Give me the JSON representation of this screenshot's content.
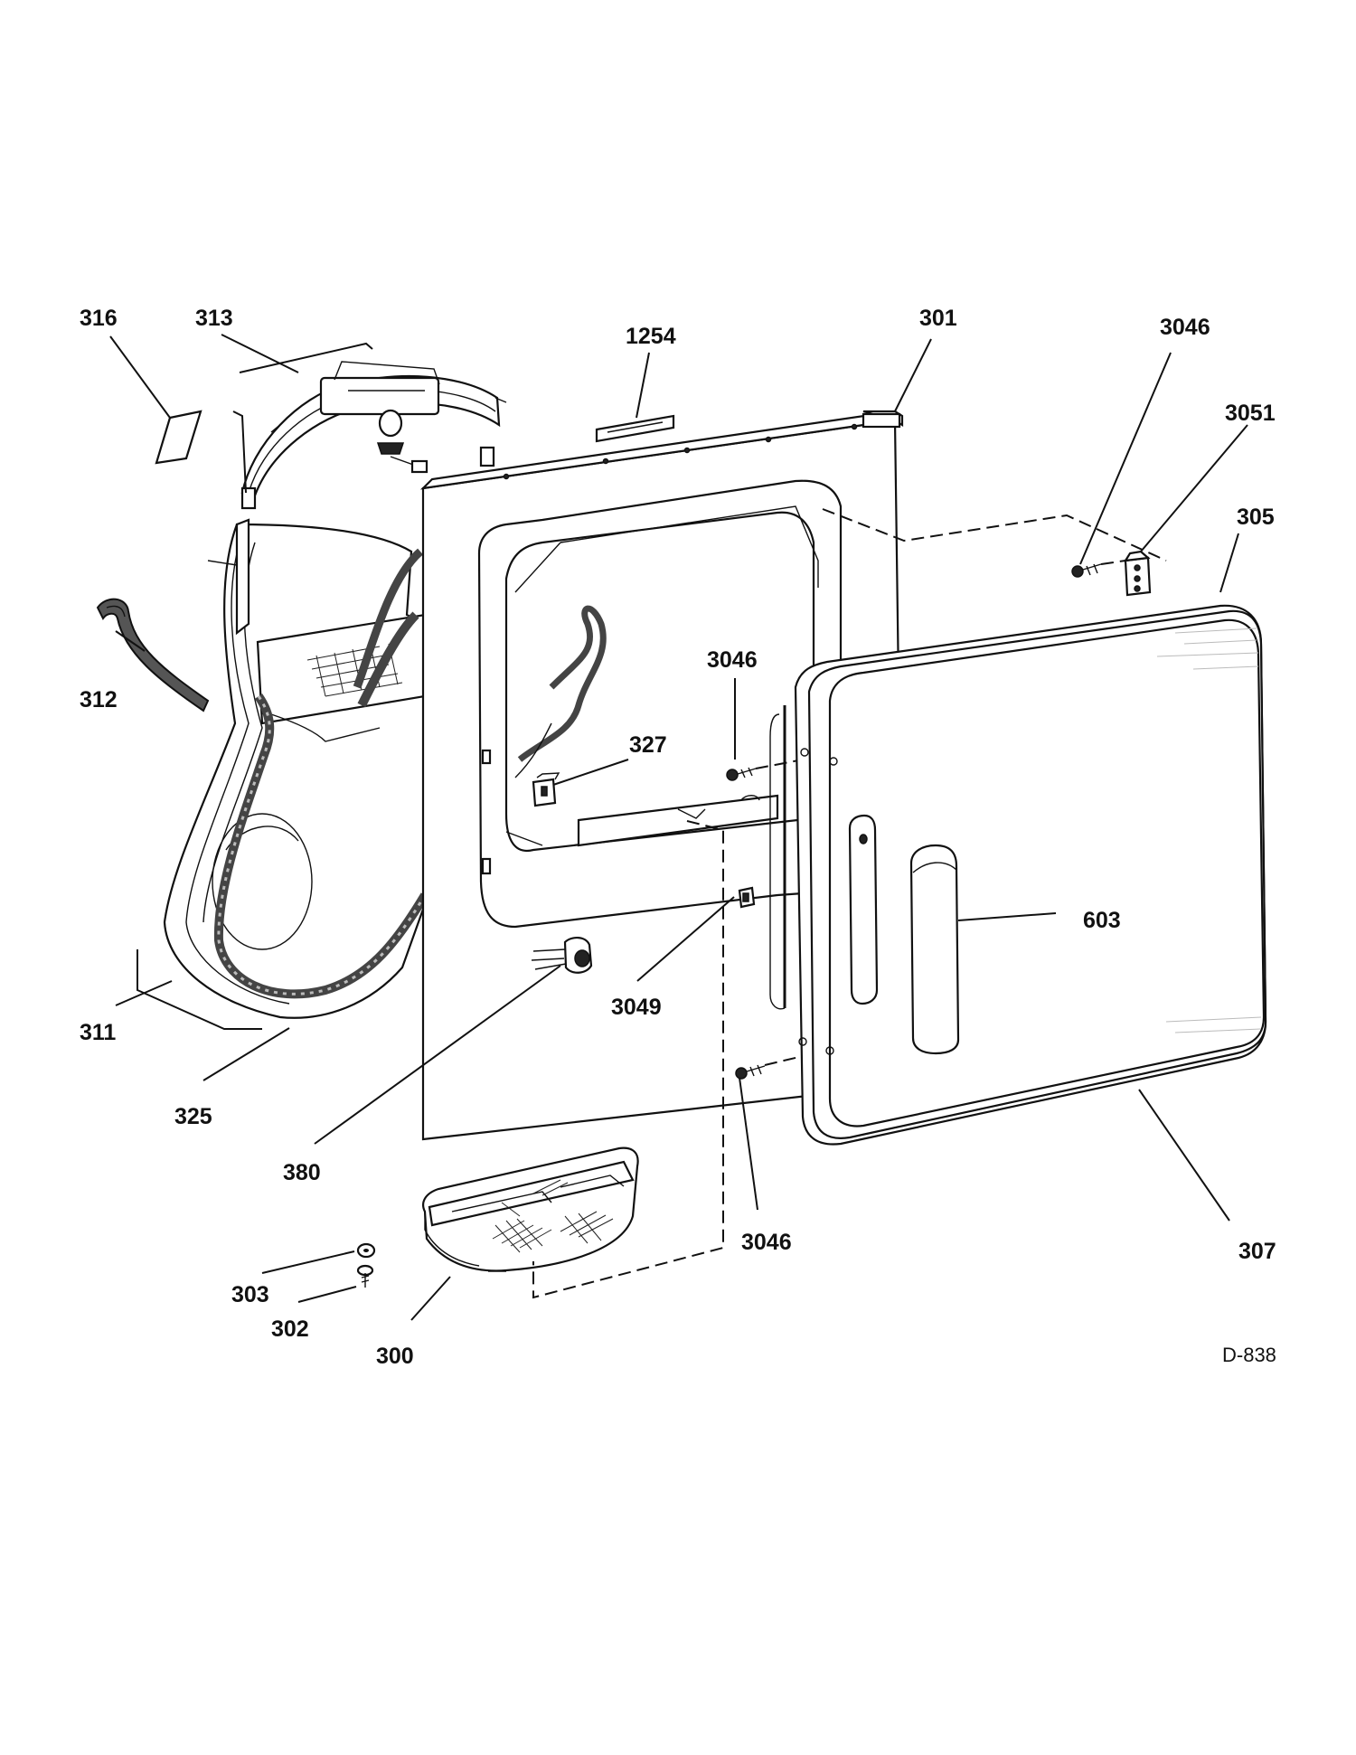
{
  "diagram": {
    "code": "D-838",
    "callouts": [
      {
        "id": "c316",
        "text": "316"
      },
      {
        "id": "c313",
        "text": "313"
      },
      {
        "id": "c1254",
        "text": "1254"
      },
      {
        "id": "c301",
        "text": "301"
      },
      {
        "id": "c3046a",
        "text": "3046"
      },
      {
        "id": "c3051",
        "text": "3051"
      },
      {
        "id": "c305",
        "text": "305"
      },
      {
        "id": "c312",
        "text": "312"
      },
      {
        "id": "c3046b",
        "text": "3046"
      },
      {
        "id": "c327",
        "text": "327"
      },
      {
        "id": "c603",
        "text": "603"
      },
      {
        "id": "c3049",
        "text": "3049"
      },
      {
        "id": "c311",
        "text": "311"
      },
      {
        "id": "c325",
        "text": "325"
      },
      {
        "id": "c380",
        "text": "380"
      },
      {
        "id": "c3046c",
        "text": "3046"
      },
      {
        "id": "c307",
        "text": "307"
      },
      {
        "id": "c303",
        "text": "303"
      },
      {
        "id": "c302",
        "text": "302"
      },
      {
        "id": "c300",
        "text": "300"
      }
    ]
  }
}
